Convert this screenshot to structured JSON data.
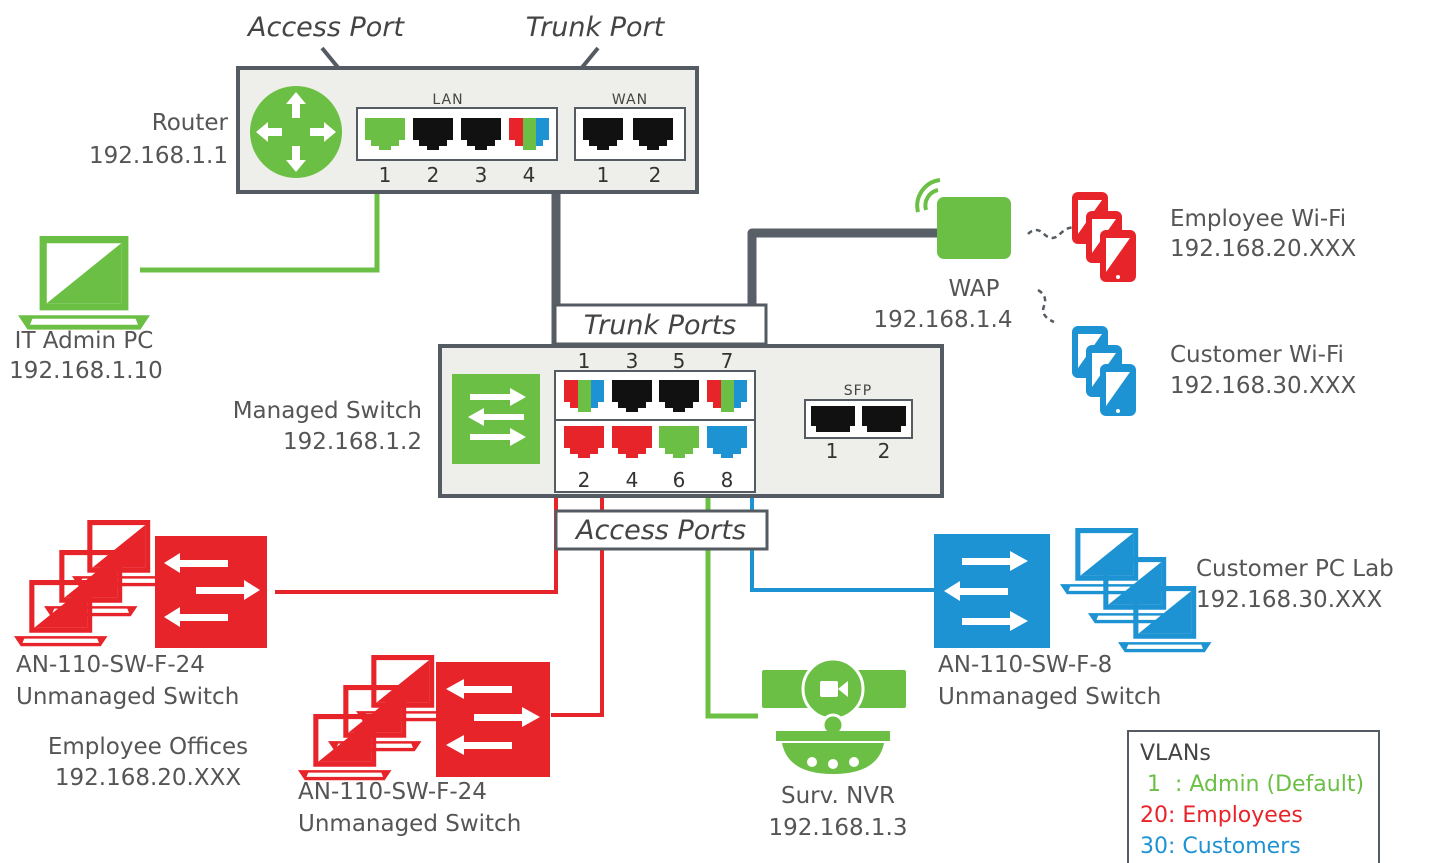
{
  "colors": {
    "admin": "#6cbf45",
    "employees": "#e8242b",
    "customers": "#1e93d3",
    "trunk": "#595f66",
    "panel_bg": "#eeeeea",
    "panel_border": "#555b62",
    "text": "#555555"
  },
  "headers": {
    "access_port": "Access Port",
    "trunk_port": "Trunk Port",
    "trunk_ports": "Trunk Ports",
    "access_ports": "Access Ports"
  },
  "router": {
    "name": "Router",
    "ip": "192.168.1.1",
    "icon": "router-arrows-icon",
    "lan_label": "LAN",
    "wan_label": "WAN",
    "lan_ports": [
      "1",
      "2",
      "3",
      "4"
    ],
    "wan_ports": [
      "1",
      "2"
    ]
  },
  "switch": {
    "name": "Managed Switch",
    "ip": "192.168.1.2",
    "icon": "switch-arrows-icon",
    "top_ports": [
      "1",
      "3",
      "5",
      "7"
    ],
    "bottom_ports": [
      "2",
      "4",
      "6",
      "8"
    ],
    "sfp_label": "SFP",
    "sfp_ports": [
      "1",
      "2"
    ]
  },
  "it_admin": {
    "name": "IT Admin PC",
    "ip": "192.168.1.10",
    "icon": "laptop-icon"
  },
  "wap": {
    "name": "WAP",
    "ip": "192.168.1.4",
    "icon": "wireless-ap-icon"
  },
  "employee_wifi": {
    "name": "Employee Wi-Fi",
    "ip": "192.168.20.XXX",
    "icon": "tablet-stack-icon"
  },
  "customer_wifi": {
    "name": "Customer Wi-Fi",
    "ip": "192.168.30.XXX",
    "icon": "tablet-stack-icon"
  },
  "employee_switch_1": {
    "model": "AN-110-SW-F-24",
    "type": "Unmanaged Switch"
  },
  "employee_switch_2": {
    "model": "AN-110-SW-F-24",
    "type": "Unmanaged Switch"
  },
  "employee_offices": {
    "name": "Employee Offices",
    "ip": "192.168.20.XXX"
  },
  "customer_switch": {
    "model": "AN-110-SW-F-8",
    "type": "Unmanaged Switch"
  },
  "customer_lab": {
    "name": "Customer PC Lab",
    "ip": "192.168.30.XXX"
  },
  "nvr": {
    "name": "Surv. NVR",
    "ip": "192.168.1.3",
    "icon": "camera-nvr-icon"
  },
  "legend": {
    "title": "VLANs",
    "items": [
      {
        "text": " 1  : Admin (Default)",
        "color": "#6cbf45"
      },
      {
        "text": "20: Employees",
        "color": "#e8242b"
      },
      {
        "text": "30: Customers",
        "color": "#1e93d3"
      }
    ]
  }
}
